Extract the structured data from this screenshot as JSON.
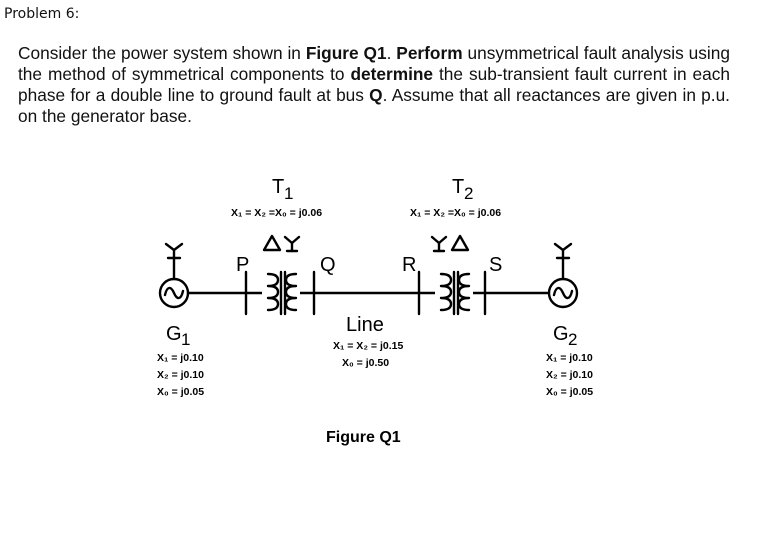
{
  "heading": "Problem 6:",
  "problem": {
    "t1": "Consider the power system shown in ",
    "b1": "Figure Q1",
    "t2": ". ",
    "b2": "Perform",
    "t3": " unsymmetrical fault analysis using the method of symmetrical components to ",
    "b3": "determine",
    "t4": " the sub-transient fault current in each phase for a double line to ground fault at bus ",
    "b4": "Q",
    "t5": ". Assume that all reactances are given in p.u. on the generator base."
  },
  "figure": {
    "caption": "Figure Q1",
    "t1": {
      "name": "T",
      "sub": "1",
      "reactance": "X₁ = X₂ =X₀ = j0.06",
      "connection": "Δ Y (grounded)"
    },
    "t2": {
      "name": "T",
      "sub": "2",
      "reactance": "X₁ = X₂ =X₀ = j0.06",
      "connection": "Y (grounded) Δ"
    },
    "g1": {
      "name": "G",
      "sub": "1",
      "x1": "X₁ = j0.10",
      "x2": "X₂ = j0.10",
      "x0": "X₀ = j0.05"
    },
    "g2": {
      "name": "G",
      "sub": "2",
      "x1": "X₁ = j0.10",
      "x2": "X₂ = j0.10",
      "x0": "X₀ = j0.05"
    },
    "line": {
      "name": "Line",
      "x12": "X₁ = X₂ = j0.15",
      "x0": "X₀ = j0.50"
    },
    "buses": {
      "p": "P",
      "q": "Q",
      "r": "R",
      "s": "S"
    }
  }
}
